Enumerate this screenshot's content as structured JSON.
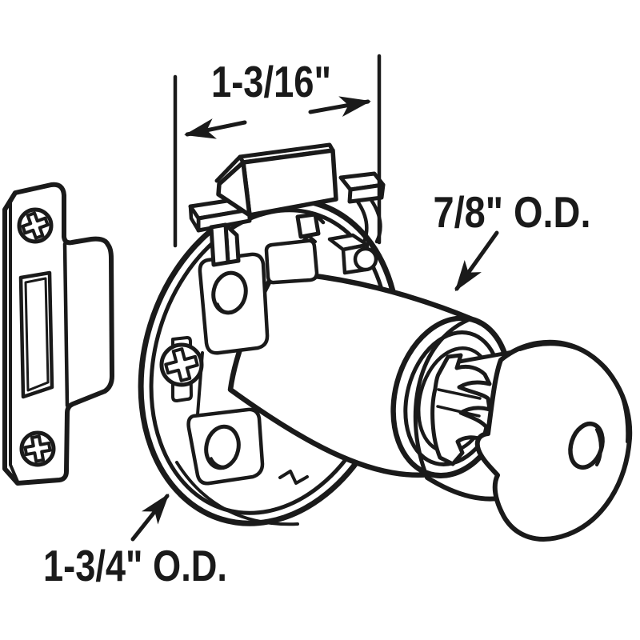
{
  "diagram": {
    "type": "technical-line-drawing",
    "subject": "cabinet drawer lock with strike plate, round rosette body, keyed cylinder and key",
    "labels": {
      "width_dimension": "1-3/16\"",
      "cylinder_od": "7/8\" O.D.",
      "plate_od": "1-3/4\" O.D."
    },
    "colors": {
      "ink": "#1a1a1a",
      "background": "#ffffff"
    }
  }
}
